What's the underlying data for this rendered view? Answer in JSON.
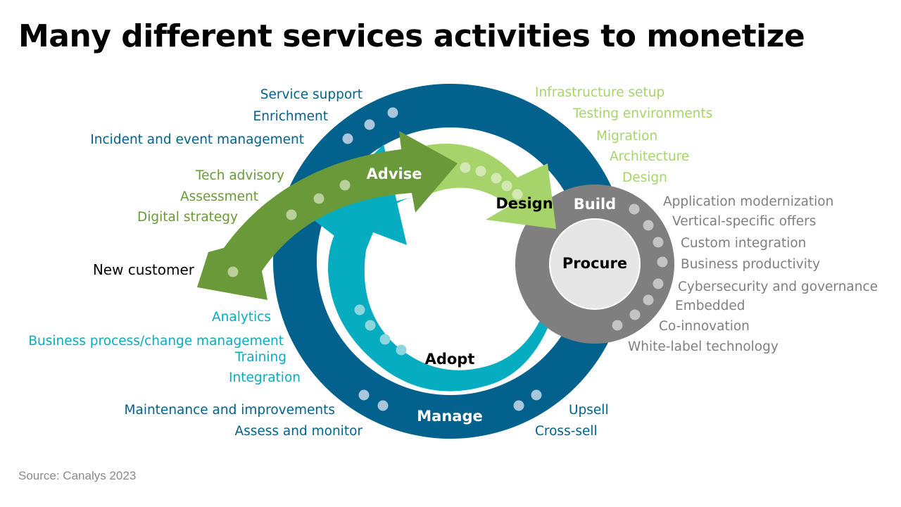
{
  "title": "Many different services activities to monetize",
  "source": "Source: Canalys 2023",
  "colors": {
    "manage": "#02628d",
    "adopt": "#06adc1",
    "advise": "#6a993a",
    "design": "#a6d46b",
    "build": "#7f7f7f",
    "procure_fill": "#e6e6e6",
    "gray_text": "#7f7f7f"
  },
  "stages": {
    "advise": "Advise",
    "design": "Design",
    "build": "Build",
    "procure": "Procure",
    "adopt": "Adopt",
    "manage": "Manage",
    "new_customer": "New customer"
  },
  "groups": {
    "manage_top": [
      "Service support",
      "Enrichment",
      "Incident and event management"
    ],
    "advise": [
      "Tech advisory",
      "Assessment",
      "Digital strategy"
    ],
    "design": [
      "Infrastructure setup",
      "Testing environments",
      "Migration",
      "Architecture",
      "Design"
    ],
    "build": [
      "Application modernization",
      "Vertical-specific offers",
      "Custom integration",
      "Business productivity",
      "Cybersecurity and governance",
      "Embedded",
      "Co-innovation",
      "White-label technology"
    ],
    "adopt": [
      "Analytics",
      "Business process/change management",
      "Training",
      "Integration"
    ],
    "manage_bottom_left": [
      "Maintenance and improvements",
      "Assess and monitor"
    ],
    "manage_bottom_right": [
      "Upsell",
      "Cross-sell"
    ]
  }
}
